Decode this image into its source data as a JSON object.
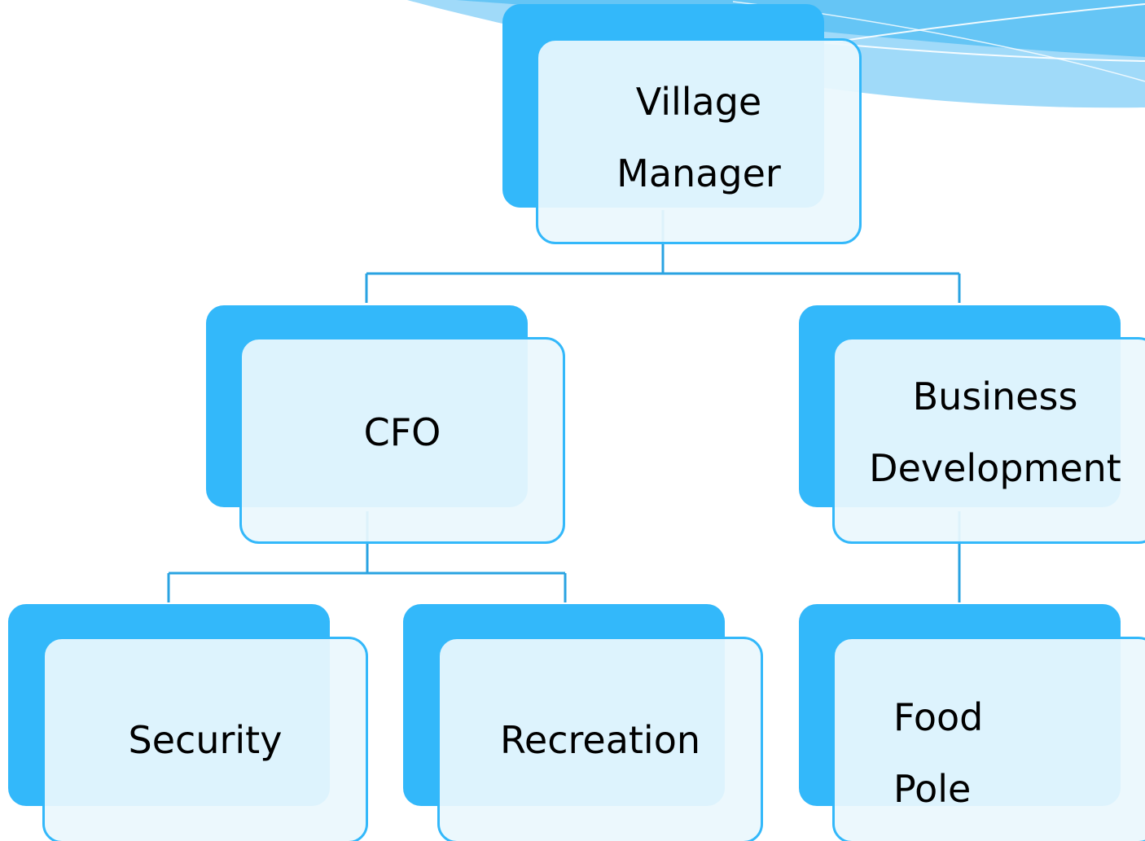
{
  "diagram": {
    "type": "org-chart",
    "colors": {
      "accent": "#33b8fa",
      "box_fill": "#ebf7fd",
      "connector": "#2aa3e2"
    },
    "nodes": {
      "village_manager": {
        "lines": [
          "Village",
          "Manager"
        ]
      },
      "cfo": {
        "lines": [
          "CFO"
        ]
      },
      "business_development": {
        "lines": [
          "Business",
          "Development"
        ]
      },
      "security": {
        "lines": [
          "Security"
        ]
      },
      "recreation": {
        "lines": [
          "Recreation"
        ]
      },
      "food_pole": {
        "lines": [
          "Food",
          "Pole"
        ]
      }
    },
    "edges": [
      [
        "village_manager",
        "cfo"
      ],
      [
        "village_manager",
        "business_development"
      ],
      [
        "cfo",
        "security"
      ],
      [
        "cfo",
        "recreation"
      ],
      [
        "business_development",
        "food_pole"
      ]
    ]
  }
}
